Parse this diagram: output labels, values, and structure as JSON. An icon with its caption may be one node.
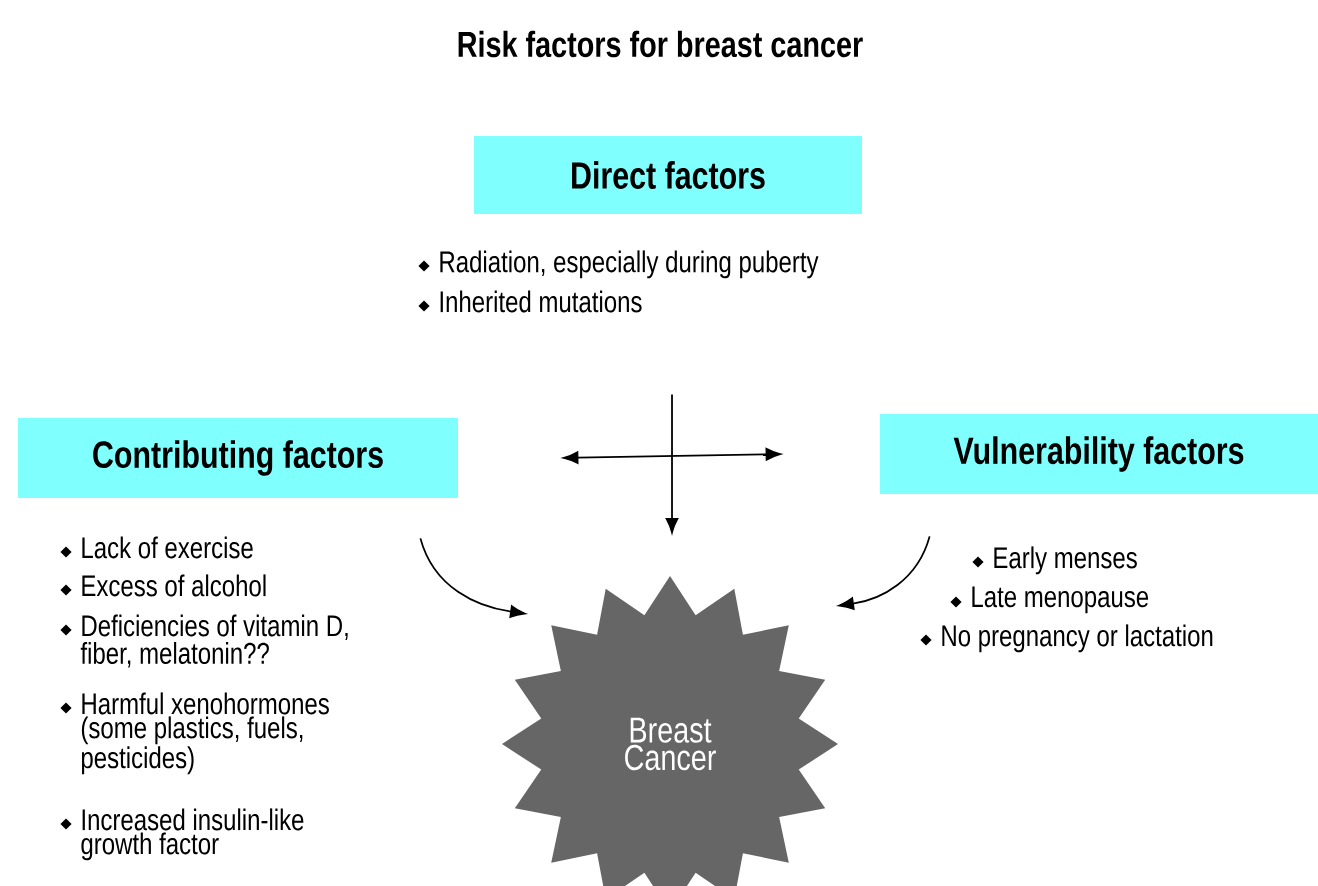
{
  "diagram": {
    "title": "Risk factors for breast cancer",
    "nodes": [
      {
        "text": [
          "Direct factors"
        ],
        "beside": [
          "Radiation, especially during puberty",
          "Inherited mutations"
        ]
      },
      {
        "text": [
          "Contributing factors"
        ],
        "beside": [
          "Lack of exercise",
          "Excess of alcohol",
          "Deficiencies of vitamin D, fiber, melatonin??",
          "Harmful xenohormones (some plastics, fuels, pesticides)",
          "Increased insulin-like growth factor"
        ]
      },
      {
        "text": [
          "Vulnerability factors"
        ],
        "beside": [
          "Early menses",
          "Late menopause",
          "No pregnancy or lactation"
        ]
      },
      {
        "text": [
          "Breast Cancer"
        ]
      }
    ],
    "edges": [
      {
        "from": 0,
        "to": 3,
        "arrow": "to"
      },
      {
        "from": 1,
        "to": 2,
        "arrow": "both"
      },
      {
        "from": 1,
        "to": 3,
        "arrow": "to"
      },
      {
        "from": 2,
        "to": 3,
        "arrow": "to"
      }
    ]
  }
}
